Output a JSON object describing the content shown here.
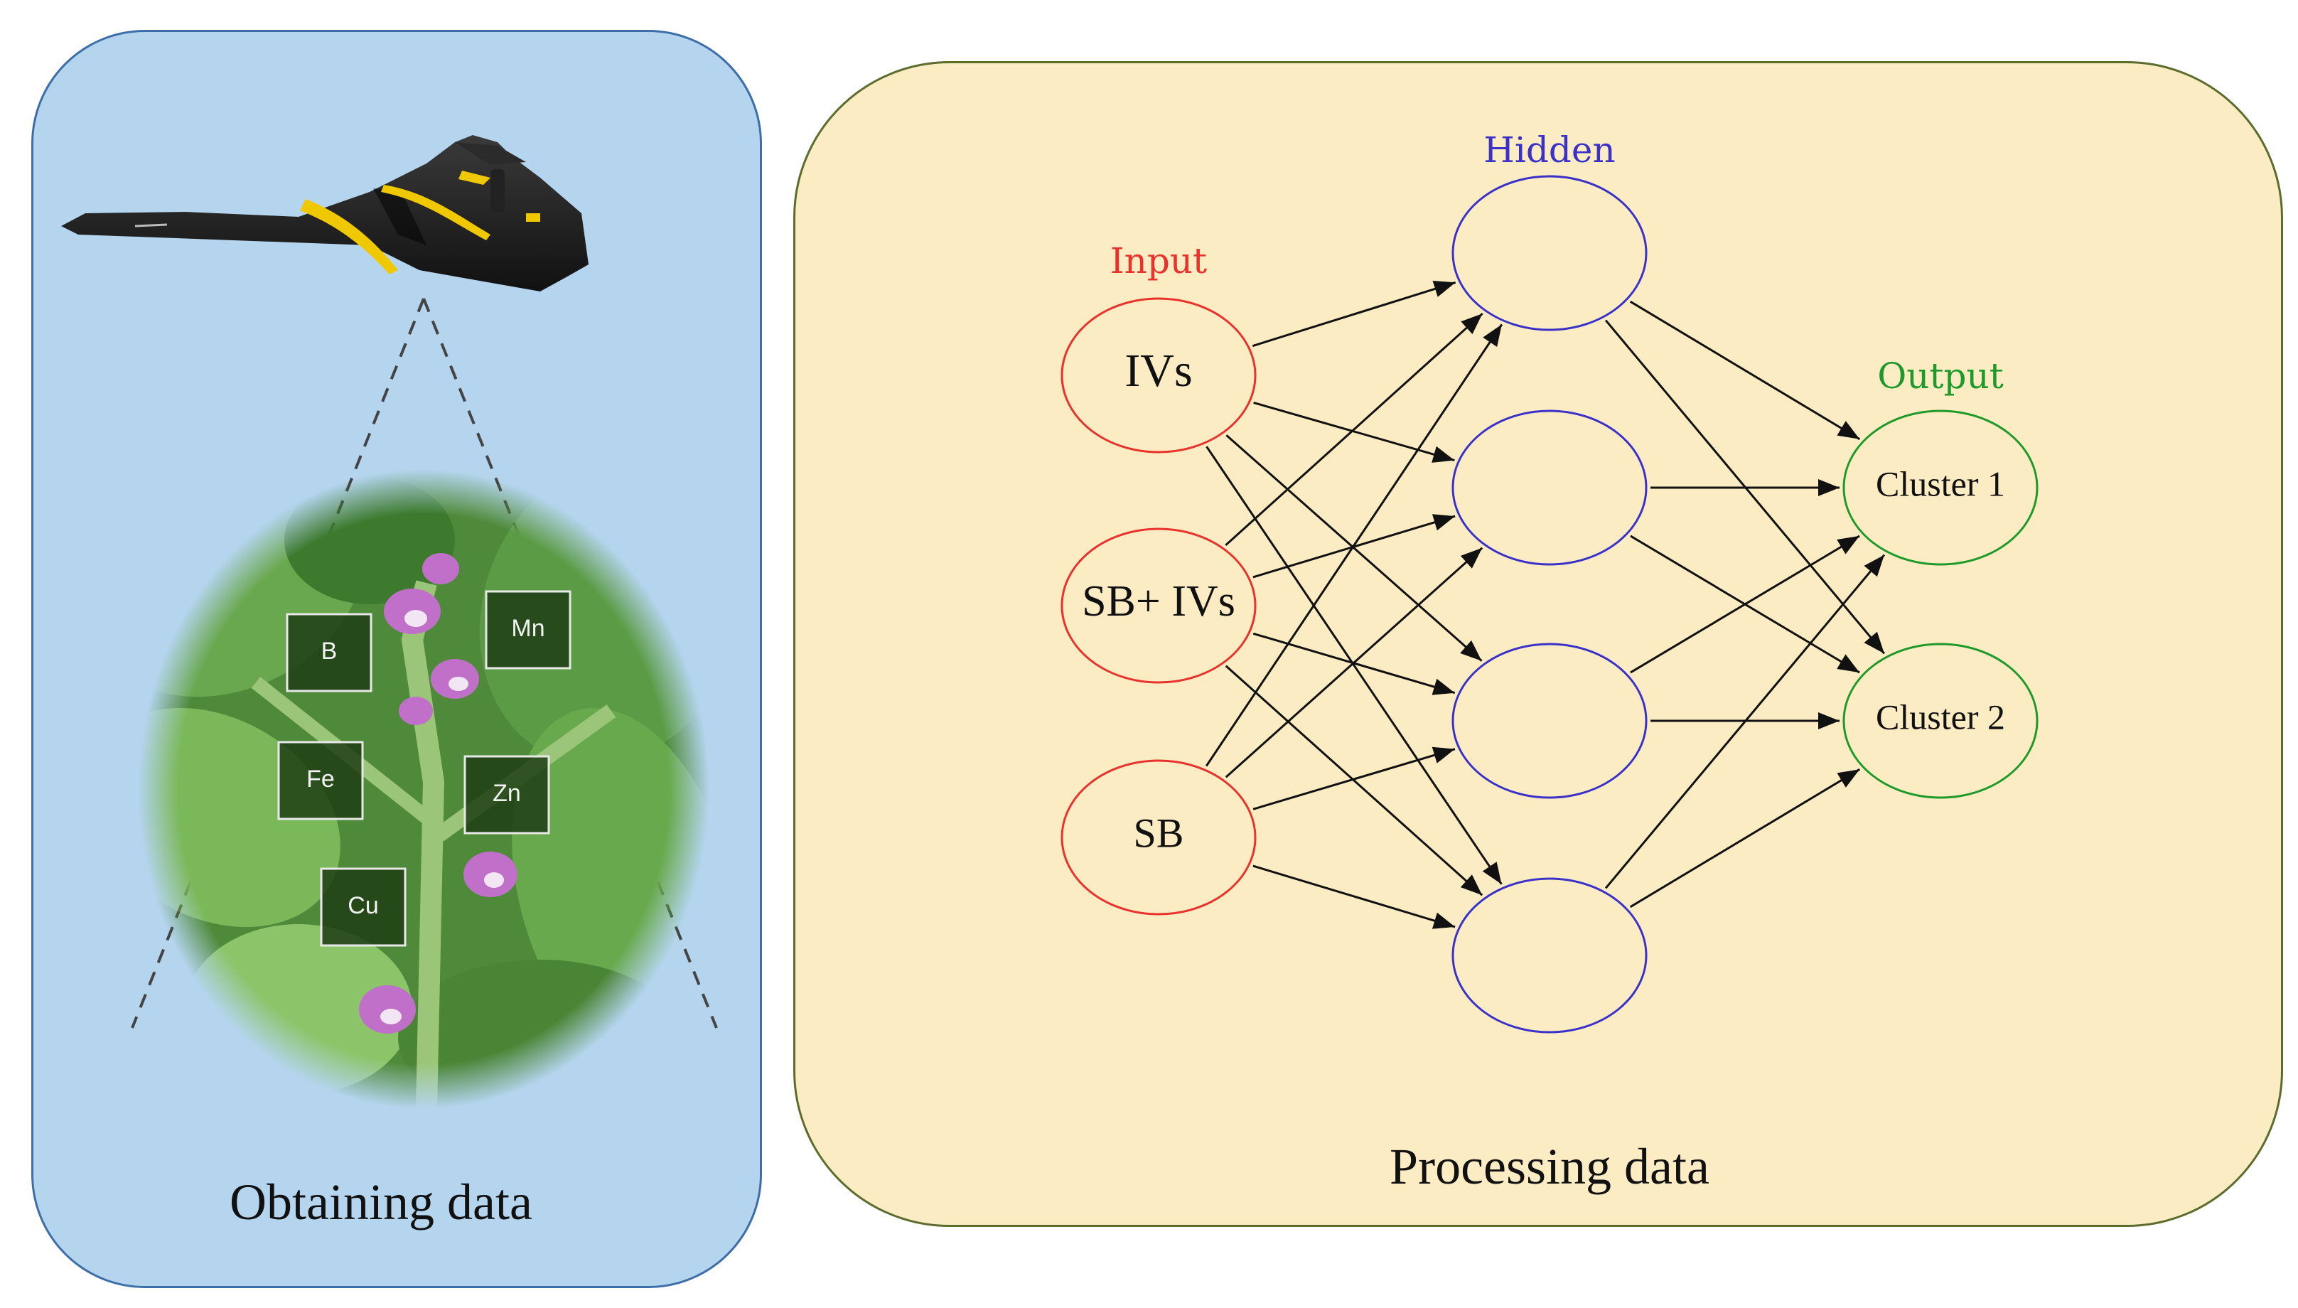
{
  "captions": {
    "obtaining": "Obtaining data",
    "processing": "Processing data"
  },
  "network": {
    "input_title": "Input",
    "hidden_title": "Hidden",
    "output_title": "Output",
    "input_nodes": [
      "IVs",
      "SB+ IVs",
      "SB"
    ],
    "hidden_nodes": [
      "",
      "",
      "",
      ""
    ],
    "output_nodes": [
      "Cluster 1",
      "Cluster 2"
    ]
  },
  "nutrients": [
    "B",
    "Mn",
    "Fe",
    "Zn",
    "Cu"
  ],
  "colors": {
    "input": "#e8322c",
    "hidden": "#3a32c8",
    "output": "#1e9a2a",
    "left_panel": "#b5d5ee",
    "right_panel": "#fcecc4"
  }
}
